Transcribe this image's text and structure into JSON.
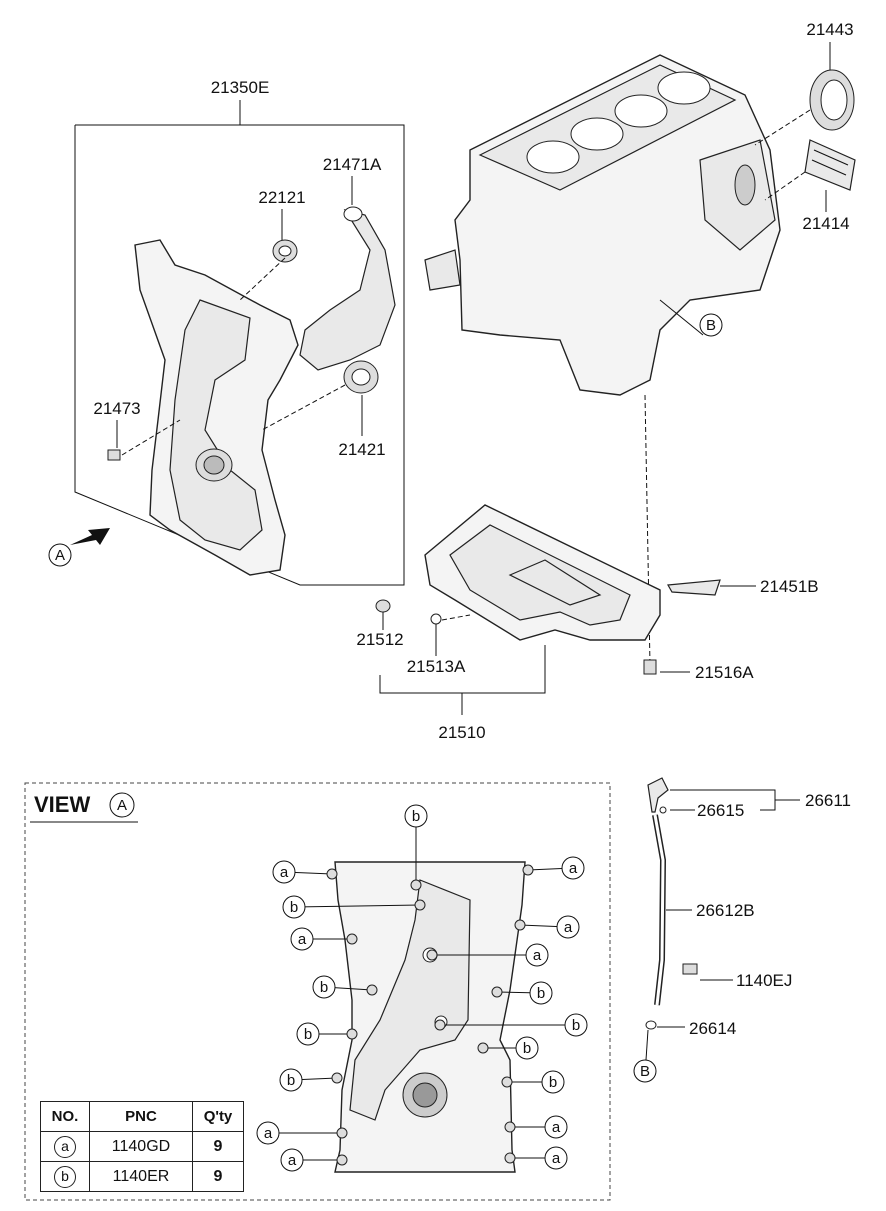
{
  "labels": {
    "p21443": "21443",
    "p21414": "21414",
    "p21350E": "21350E",
    "p21471A": "21471A",
    "p22121": "22121",
    "p21473": "21473",
    "p21421": "21421",
    "p21451B": "21451B",
    "p21512": "21512",
    "p21513A": "21513A",
    "p21516A": "21516A",
    "p21510": "21510",
    "p26611": "26611",
    "p26615": "26615",
    "p26612B": "26612B",
    "p1140EJ": "1140EJ",
    "p26614": "26614"
  },
  "refs": {
    "A": "A",
    "B": "B",
    "a": "a",
    "b": "b"
  },
  "view": {
    "title": "VIEW",
    "ref": "A"
  },
  "legend": {
    "headers": [
      "NO.",
      "PNC",
      "Q'ty"
    ],
    "rows": [
      {
        "no": "a",
        "pnc": "1140GD",
        "qty": "9"
      },
      {
        "no": "b",
        "pnc": "1140ER",
        "qty": "9"
      }
    ]
  }
}
